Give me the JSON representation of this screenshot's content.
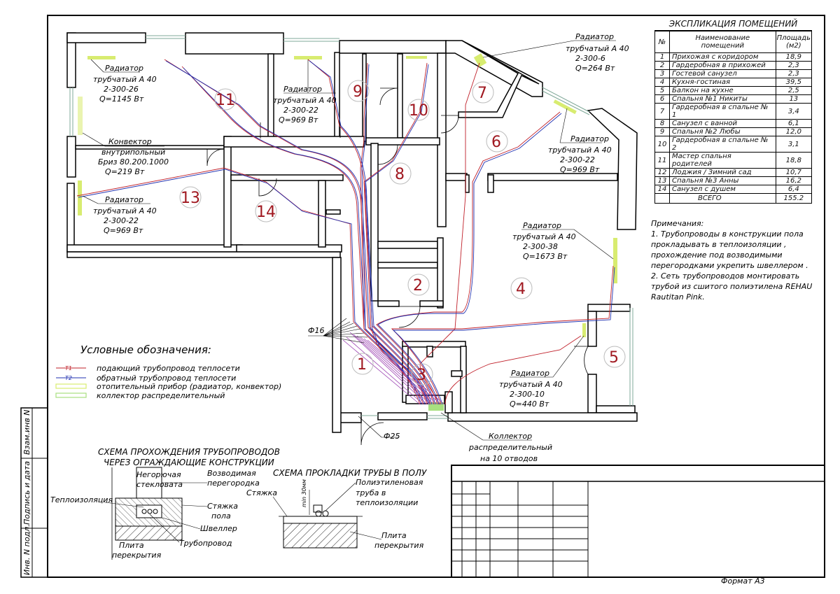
{
  "explication": {
    "title": "ЭКСПЛИКАЦИЯ ПОМЕЩЕНИЙ",
    "headers": {
      "num": "№",
      "name": "Наименование помещений",
      "area": "Площадь (м2)"
    },
    "rows": [
      {
        "n": "1",
        "name": "Прихожая с коридором",
        "area": "18,9"
      },
      {
        "n": "2",
        "name": "Гардеробная в прихожей",
        "area": "2,3"
      },
      {
        "n": "3",
        "name": "Гостевой санузел",
        "area": "2,3"
      },
      {
        "n": "4",
        "name": "Кухня-гостиная",
        "area": "39,5"
      },
      {
        "n": "5",
        "name": "Балкон на кухне",
        "area": "2,5"
      },
      {
        "n": "6",
        "name": "Спальня №1 Никиты",
        "area": "13"
      },
      {
        "n": "7",
        "name": "Гардеробная в спальне № 1",
        "area": "3,4"
      },
      {
        "n": "8",
        "name": "Санузел с ванной",
        "area": "6,1"
      },
      {
        "n": "9",
        "name": "Спальня №2 Любы",
        "area": "12,0"
      },
      {
        "n": "10",
        "name": "Гардеробная в спальне № 2",
        "area": "3,1"
      },
      {
        "n": "11",
        "name": "Мастер спальня родителей",
        "area": "18,8"
      },
      {
        "n": "12",
        "name": "Лоджия / Зимний сад",
        "area": "10,7"
      },
      {
        "n": "13",
        "name": "Спальня №3 Анны",
        "area": "16,2"
      },
      {
        "n": "14",
        "name": "Санузел с душем",
        "area": "6,4"
      }
    ],
    "total_label": "ВСЕГО",
    "total_value": "155.2"
  },
  "notes": {
    "title": "Примечания:",
    "lines": [
      "1. Трубопроводы в конструкции пола",
      "прокладывать в теплоизоляции ,",
      "прохождение под возводимыми",
      "перегородками укрепить швеллером .",
      "2. Сеть трубопроводов монтировать",
      "трубой из сшитого полиэтилена  REHAU",
      "Rautitan Pink."
    ]
  },
  "legend": {
    "title": "Условные обозначения:",
    "t1": "T1",
    "t2": "T2",
    "supply": "подающий трубопровод теплосети",
    "return": "обратный трубопровод теплосети",
    "heater": "отопительный прибор (радиатор, конвектор)",
    "collector": "коллектор распределительный",
    "colors": {
      "supply": "#c0202a",
      "return": "#2030b0",
      "heater": "#d8ec70",
      "collector": "#a8e080"
    }
  },
  "rooms": [
    {
      "n": "1"
    },
    {
      "n": "2"
    },
    {
      "n": "3"
    },
    {
      "n": "4"
    },
    {
      "n": "5"
    },
    {
      "n": "6"
    },
    {
      "n": "7"
    },
    {
      "n": "8"
    },
    {
      "n": "9"
    },
    {
      "n": "10"
    },
    {
      "n": "11"
    },
    {
      "n": "13"
    },
    {
      "n": "14"
    }
  ],
  "labels": {
    "rad11": [
      "Радиатор",
      "трубчатый А 40",
      "2-300-26",
      "Q=1145 Вт"
    ],
    "rad9": [
      "Радиатор",
      "трубчатый А 40",
      "2-300-22",
      "Q=969 Вт"
    ],
    "rad7": [
      "Радиатор",
      "трубчатый А 40",
      "2-300-6",
      "Q=264 Вт"
    ],
    "rad6": [
      "Радиатор",
      "трубчатый А 40",
      "2-300-22",
      "Q=969 Вт"
    ],
    "conv": [
      "Конвектор",
      "внутрипольный",
      "Бриз 80.200.1000",
      "Q=219 Вт"
    ],
    "rad13": [
      "Радиатор",
      "трубчатый А 40",
      "2-300-22",
      "Q=969 Вт"
    ],
    "rad4": [
      "Радиатор",
      "трубчатый А 40",
      "2-300-38",
      "Q=1673 Вт"
    ],
    "rad1": [
      "Радиатор",
      "трубчатый А 40",
      "2-300-10",
      "Q=440 Вт"
    ],
    "collector": [
      "Коллектор",
      "распределительный",
      "на 10 отводов"
    ],
    "phi16": "Ф16",
    "phi25": "Ф25"
  },
  "scheme1": {
    "title1": "СХЕМА ПРОХОЖДЕНИЯ ТРУБОПРОВОДОВ",
    "title2": "ЧЕРЕЗ ОГРАЖДАЮЩИЕ КОНСТРУКЦИИ",
    "nonflam1": "Негорючая",
    "nonflam2": "стекловата",
    "partition1": "Возводимая",
    "partition2": "перегородка",
    "insulation": "Теплоизоляция",
    "screed1": "Стяжка",
    "screed2": "пола",
    "channel": "Швеллер",
    "slab1": "Плита",
    "slab2": "перекрытия",
    "pipe": "Трубопровод"
  },
  "scheme2": {
    "title": "СХЕМА ПРОКЛАДКИ ТРУБЫ В ПОЛУ",
    "screed": "Стяжка",
    "dim": "min 30мм",
    "pe1": "Полиэтиленовая",
    "pe2": "труба в",
    "pe3": "теплоизоляции",
    "slab1": "Плита",
    "slab2": "перекрытия"
  },
  "side_stamp": [
    "Взам.инв N",
    "Подпись и дата",
    "Инв. N подл."
  ],
  "format": "Формат А3"
}
